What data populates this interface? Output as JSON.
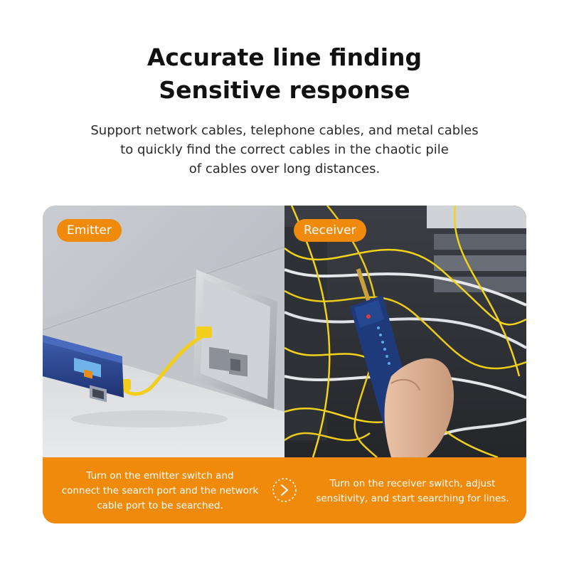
{
  "headline": {
    "line1": "Accurate line finding",
    "line2": "Sensitive response"
  },
  "subtext": {
    "line1": "Support network cables, telephone cables, and metal cables",
    "line2": "to quickly find the correct cables in the chaotic pile",
    "line3": "of cables over long distances."
  },
  "panels": {
    "emitter": {
      "label": "Emitter",
      "description_lines": [
        "Turn on the emitter switch and",
        "connect the search port and the network",
        "cable port to be searched."
      ]
    },
    "receiver": {
      "label": "Receiver",
      "description_lines": [
        "Turn on the receiver switch, adjust",
        "sensitivity, and start searching for lines."
      ]
    }
  },
  "icons": {
    "step_arrow": "chevron-right-dotted-circle-icon"
  },
  "colors": {
    "accent": "#f08a0b",
    "headline": "#111111",
    "body": "#2a2a2a"
  }
}
